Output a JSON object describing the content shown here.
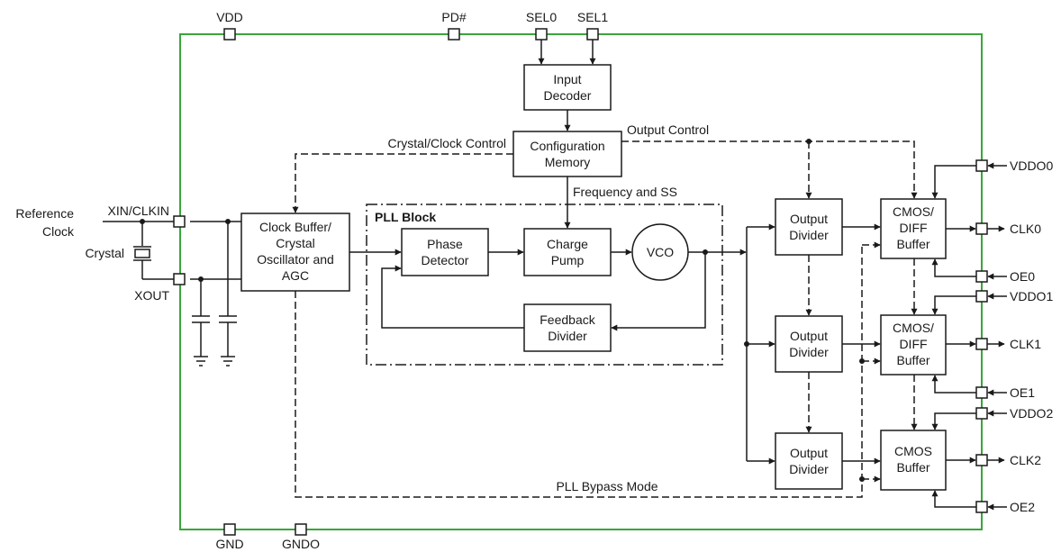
{
  "colors": {
    "chip_border": "#3aa53a",
    "line": "#1a1a1a"
  },
  "pins_top": {
    "vdd": "VDD",
    "pd": "PD#",
    "sel0": "SEL0",
    "sel1": "SEL1"
  },
  "pins_bottom": {
    "gnd": "GND",
    "gndo": "GNDO"
  },
  "pins_left": {
    "reference_line1": "Reference",
    "reference_line2": "Clock",
    "xin": "XIN/CLKIN",
    "crystal": "Crystal",
    "xout": "XOUT"
  },
  "pins_right": {
    "vddo0": "VDDO0",
    "clk0": "CLK0",
    "oe0": "OE0",
    "vddo1": "VDDO1",
    "clk1": "CLK1",
    "oe1": "OE1",
    "vddo2": "VDDO2",
    "clk2": "CLK2",
    "oe2": "OE2"
  },
  "blocks": {
    "input_decoder": [
      "Input",
      "Decoder"
    ],
    "config_memory": [
      "Configuration",
      "Memory"
    ],
    "clock_buffer": [
      "Clock Buffer/",
      "Crystal",
      "Oscillator and",
      "AGC"
    ],
    "phase_detector": [
      "Phase",
      "Detector"
    ],
    "charge_pump": [
      "Charge",
      "Pump"
    ],
    "vco": "VCO",
    "feedback_divider": [
      "Feedback",
      "Divider"
    ],
    "output_divider": [
      "Output",
      "Divider"
    ],
    "buffer0": [
      "CMOS/",
      "DIFF",
      "Buffer"
    ],
    "buffer1": [
      "CMOS/",
      "DIFF",
      "Buffer"
    ],
    "buffer2": [
      "CMOS",
      "Buffer"
    ]
  },
  "labels": {
    "pll_block": "PLL Block",
    "crystal_clock_control": "Crystal/Clock Control",
    "output_control": "Output Control",
    "frequency_ss": "Frequency and SS",
    "pll_bypass": "PLL Bypass Mode"
  }
}
